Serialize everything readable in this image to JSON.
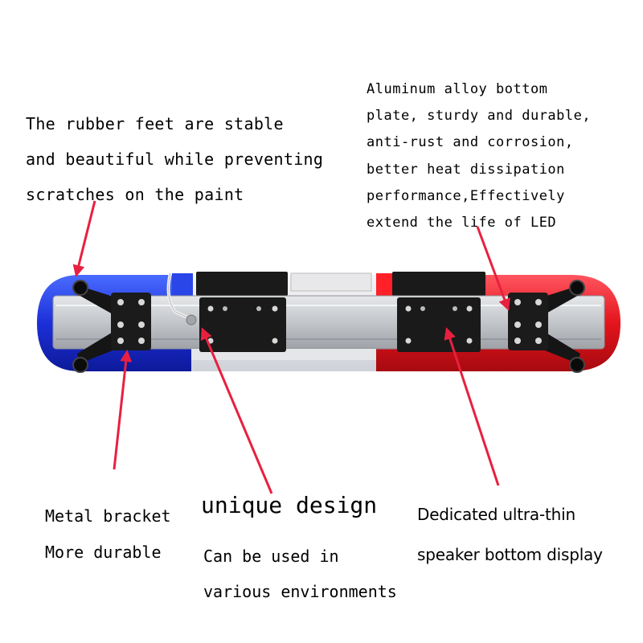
{
  "annotations": {
    "rubber_feet": {
      "lines": [
        "The rubber feet are stable",
        "and beautiful while preventing",
        "scratches on the paint"
      ]
    },
    "aluminum_plate": {
      "lines": [
        "Aluminum alloy bottom",
        "plate, sturdy and durable,",
        "anti-rust and corrosion,",
        "better heat dissipation",
        "performance,Effectively",
        "extend the life of LED"
      ]
    },
    "metal_bracket": {
      "lines": [
        "Metal bracket",
        "More durable"
      ]
    },
    "unique_design": {
      "title": "unique design",
      "lines": [
        "Can be used in",
        "various environments"
      ]
    },
    "speaker": {
      "lines": [
        "Dedicated ultra-thin",
        "speaker bottom display"
      ]
    }
  },
  "colors": {
    "arrow": "#e8203f",
    "blue_lens": "#1c2fd8",
    "red_lens": "#e4141c",
    "rail": "#c8cbcf",
    "bracket": "#151515"
  },
  "icons": {
    "light_bar": "police-light-bar-image",
    "pointer": "red-arrow-icon"
  }
}
